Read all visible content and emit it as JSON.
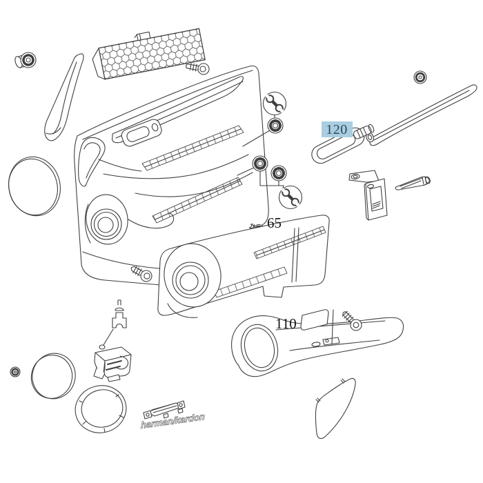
{
  "diagram": {
    "background": "#ffffff",
    "line_color": "#3f3f3f",
    "callouts": {
      "c120": {
        "label": "120",
        "highlighted": true,
        "highlight_color": "#a9cee0",
        "text_color": "#2e4754"
      },
      "c65": {
        "label": "65",
        "highlighted": false,
        "text_color": "#141414"
      },
      "c110": {
        "label": "110",
        "highlighted": false,
        "text_color": "#141414"
      }
    },
    "badge": {
      "text": "harman/kardon"
    },
    "symbols": [
      "wrench-circle-icon",
      "grommet-icon",
      "screw-icon",
      "clip-icon",
      "push-pin-icon"
    ]
  }
}
